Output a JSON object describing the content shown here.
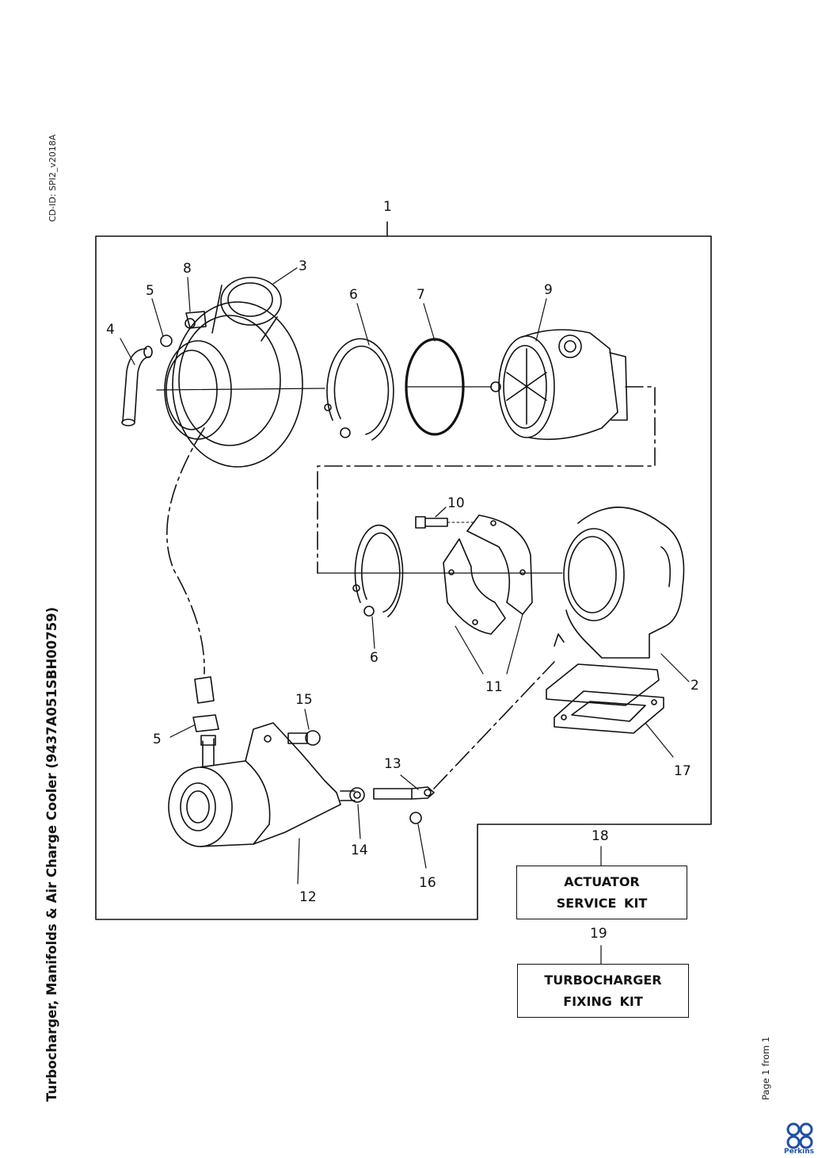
{
  "document": {
    "title": "Turbocharger, Manifolds & Air Charge Cooler (9437A051SBH00759)",
    "cd_id": "CD-ID: SPI2_v2018A",
    "page": "Page 1 from 1",
    "brand": "Perkins"
  },
  "callouts": {
    "c1": "1",
    "c2": "2",
    "c3": "3",
    "c4": "4",
    "c5a": "5",
    "c5b": "5",
    "c6a": "6",
    "c6b": "6",
    "c7": "7",
    "c8": "8",
    "c9": "9",
    "c10": "10",
    "c11": "11",
    "c12": "12",
    "c13": "13",
    "c14": "14",
    "c15": "15",
    "c16": "16",
    "c17": "17",
    "c18": "18",
    "c19": "19"
  },
  "kits": {
    "actuator_line1": "ACTUATOR",
    "actuator_line2": "SERVICE KIT",
    "turbo_line1": "TURBOCHARGER",
    "turbo_line2": "FIXING KIT"
  },
  "colors": {
    "ink": "#111111",
    "brand_blue": "#1f4fa8"
  }
}
